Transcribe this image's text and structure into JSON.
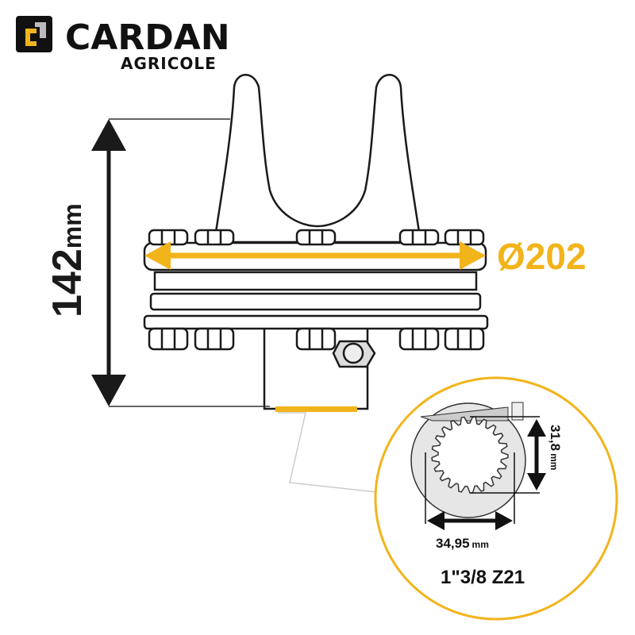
{
  "logo": {
    "brand": "CARDAN",
    "sub": "AGRICOLE"
  },
  "dimensions": {
    "height_value": "142",
    "height_unit": "mm",
    "diameter": "Ø202",
    "spline_height_value": "31,8",
    "spline_height_unit": "mm",
    "spline_width_value": "34,95",
    "spline_width_unit": "mm",
    "spline_spec": "1\"3/8 Z21",
    "spline_teeth": 21
  },
  "colors": {
    "accent": "#f2b41b",
    "ink": "#1a1a1a",
    "steel": "#e6e6e6"
  }
}
